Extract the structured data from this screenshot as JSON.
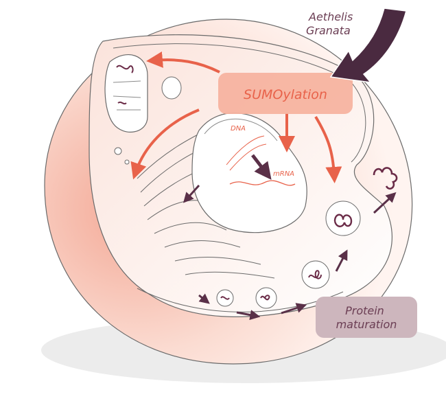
{
  "diagram": {
    "source_label": {
      "line1": "Aethelis",
      "line2": "Granata"
    },
    "process_label": "SUMOylation",
    "nucleus_labels": {
      "dna": "DNA",
      "mrna": "mRNA"
    },
    "result_label": {
      "line1": "Protein",
      "line2": "maturation"
    },
    "colors": {
      "accent": "#e8624a",
      "box_fill": "#f7b3a0",
      "dark_arrow": "#4a2a40",
      "maturation_box": "#cdb6bd",
      "maturation_text": "#6b3e54",
      "outline": "#6a6a6a"
    }
  }
}
